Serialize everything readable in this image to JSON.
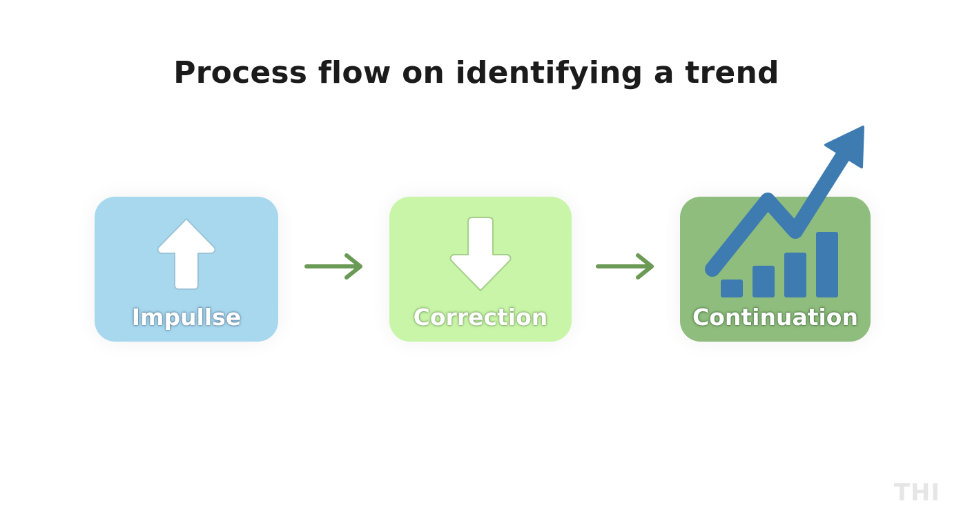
{
  "title": "Process flow on identifying a trend",
  "steps": [
    {
      "label": "Impullse",
      "icon": "arrow-up-icon",
      "color": "#a8d8ee"
    },
    {
      "label": "Correction",
      "icon": "arrow-down-icon",
      "color": "#c9f5a8"
    },
    {
      "label": "Continuation",
      "icon": "growth-chart-icon",
      "color": "#8fbd7d"
    }
  ],
  "connector_color": "#6a9a55",
  "chart_icon_color": "#3d7bb0",
  "watermark": "THI"
}
